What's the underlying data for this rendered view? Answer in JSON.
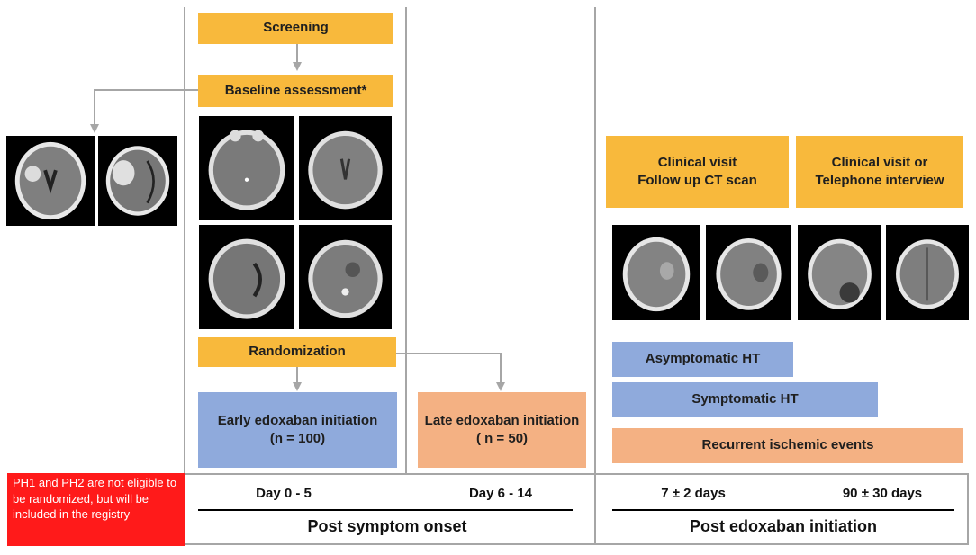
{
  "boxes": {
    "screening": "Screening",
    "baseline": "Baseline assessment*",
    "randomization": "Randomization",
    "early_line1": "Early edoxaban initiation",
    "early_line2": "(n = 100)",
    "late_line1": "Late edoxaban initiation",
    "late_line2": "( n = 50)",
    "clinical_visit_line1": "Clinical visit",
    "clinical_visit_line2": "Follow up CT scan",
    "clinical_visit_tel_line1": "Clinical visit or",
    "clinical_visit_tel_line2": "Telephone interview",
    "asymptomatic": "Asymptomatic HT",
    "symptomatic": "Symptomatic HT",
    "recurrent": "Recurrent ischemic events"
  },
  "note": {
    "text": "PH1 and PH2 are not eligible to be randomized, but will be included in the registry"
  },
  "timeline": {
    "day_0_5": "Day 0 - 5",
    "day_6_14": "Day 6 - 14",
    "post_symptom_onset": "Post symptom onset",
    "seven_days": "7 ± 2 days",
    "ninety_days": "90 ± 30 days",
    "post_edoxaban": "Post edoxaban initiation"
  },
  "colors": {
    "orange": "#f8b93c",
    "blue": "#8faadc",
    "salmon": "#f4b183",
    "red": "#ff1a1a",
    "connector": "#a6a6a6"
  },
  "images": [
    "ct-scan-hemorrhage-left-1",
    "ct-scan-hemorrhage-left-2",
    "ct-scan-baseline-1",
    "ct-scan-baseline-2",
    "ct-scan-baseline-3",
    "ct-scan-baseline-4",
    "ct-scan-followup-1",
    "ct-scan-followup-2",
    "ct-scan-followup-3",
    "ct-scan-followup-4"
  ]
}
